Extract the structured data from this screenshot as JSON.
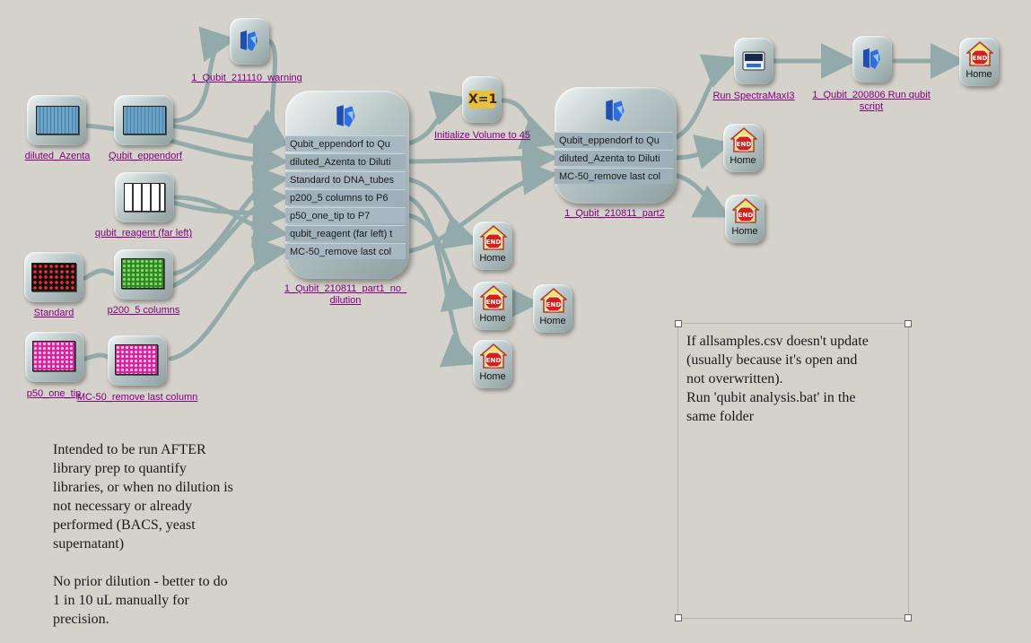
{
  "colors": {
    "wire": "#8fa8a8",
    "label": "#800080",
    "canvas": "#d5d2cb"
  },
  "labware": [
    {
      "id": "diluted_azenta",
      "label": "diluted_Azenta",
      "icon": "plate-blue-icon"
    },
    {
      "id": "qubit_eppendorf",
      "label": "Qubit_eppendorf",
      "icon": "plate-blue-icon"
    },
    {
      "id": "qubit_reagent",
      "label": "qubit_reagent (far left)",
      "icon": "tube-rack-icon"
    },
    {
      "id": "standard",
      "label": "Standard",
      "icon": "plate-red-icon"
    },
    {
      "id": "p200",
      "label": "p200_5 columns",
      "icon": "tip-box-green-icon"
    },
    {
      "id": "p50",
      "label": "p50_one_tip",
      "icon": "tip-box-pink-icon"
    },
    {
      "id": "mc50",
      "label": "MC-50_remove last column",
      "icon": "tip-box-pink-icon"
    }
  ],
  "nodes": {
    "warning": {
      "label": "1_Qubit_211110_warning"
    },
    "part1": {
      "label": "1_Qubit_210811_part1_no_ dilution",
      "rows": [
        "Qubit_eppendorf to Qu",
        "diluted_Azenta to Diluti",
        "Standard to DNA_tubes",
        "p200_5 columns to P6",
        "p50_one_tip to P7",
        "qubit_reagent (far left) t",
        "MC-50_remove last col"
      ]
    },
    "initvol": {
      "label": "Initialize Volume to 45",
      "icon_text": "X=1"
    },
    "part2": {
      "label": "1_Qubit_210811_part2",
      "rows": [
        "Qubit_eppendorf to Qu",
        "diluted_Azenta to Diluti",
        "MC-50_remove last col"
      ]
    },
    "spectramax": {
      "label": "Run SpectraMaxI3"
    },
    "run_qubit": {
      "label": "1_Qubit_200806 Run qubit script"
    },
    "home": {
      "label": "Home",
      "icon_text": "END"
    }
  },
  "notes": {
    "left": "Intended to be run AFTER\nlibrary prep to quantify\nlibraries, or when no dilution is\nnot necessary or already\nperformed (BACS, yeast\nsupernatant)\n\nNo prior dilution - better to do\n1 in 10 uL manually for\nprecision.",
    "right": "If allsamples.csv doesn't update\n(usually because it's open and\nnot overwritten).\nRun 'qubit analysis.bat' in the\nsame folder"
  }
}
